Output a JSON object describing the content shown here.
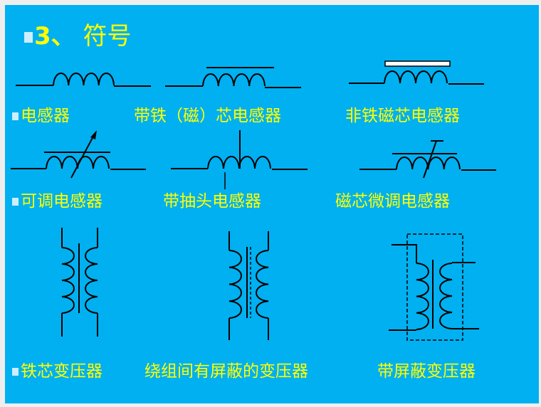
{
  "title": {
    "number": "3、",
    "text": "符号"
  },
  "labels": {
    "row1": [
      "电感器",
      "带铁（磁）芯电感器",
      "非铁磁芯电感器"
    ],
    "row2": [
      "可调电感器",
      "带抽头电感器",
      "磁芯微调电感器"
    ],
    "row3": [
      "铁芯变压器",
      "绕组间有屏蔽的变压器",
      "带屏蔽变压器"
    ]
  },
  "colors": {
    "background": "#00B0F0",
    "text": "#FFFF00",
    "bullet": "#CCEEFF",
    "line": "#000000"
  }
}
